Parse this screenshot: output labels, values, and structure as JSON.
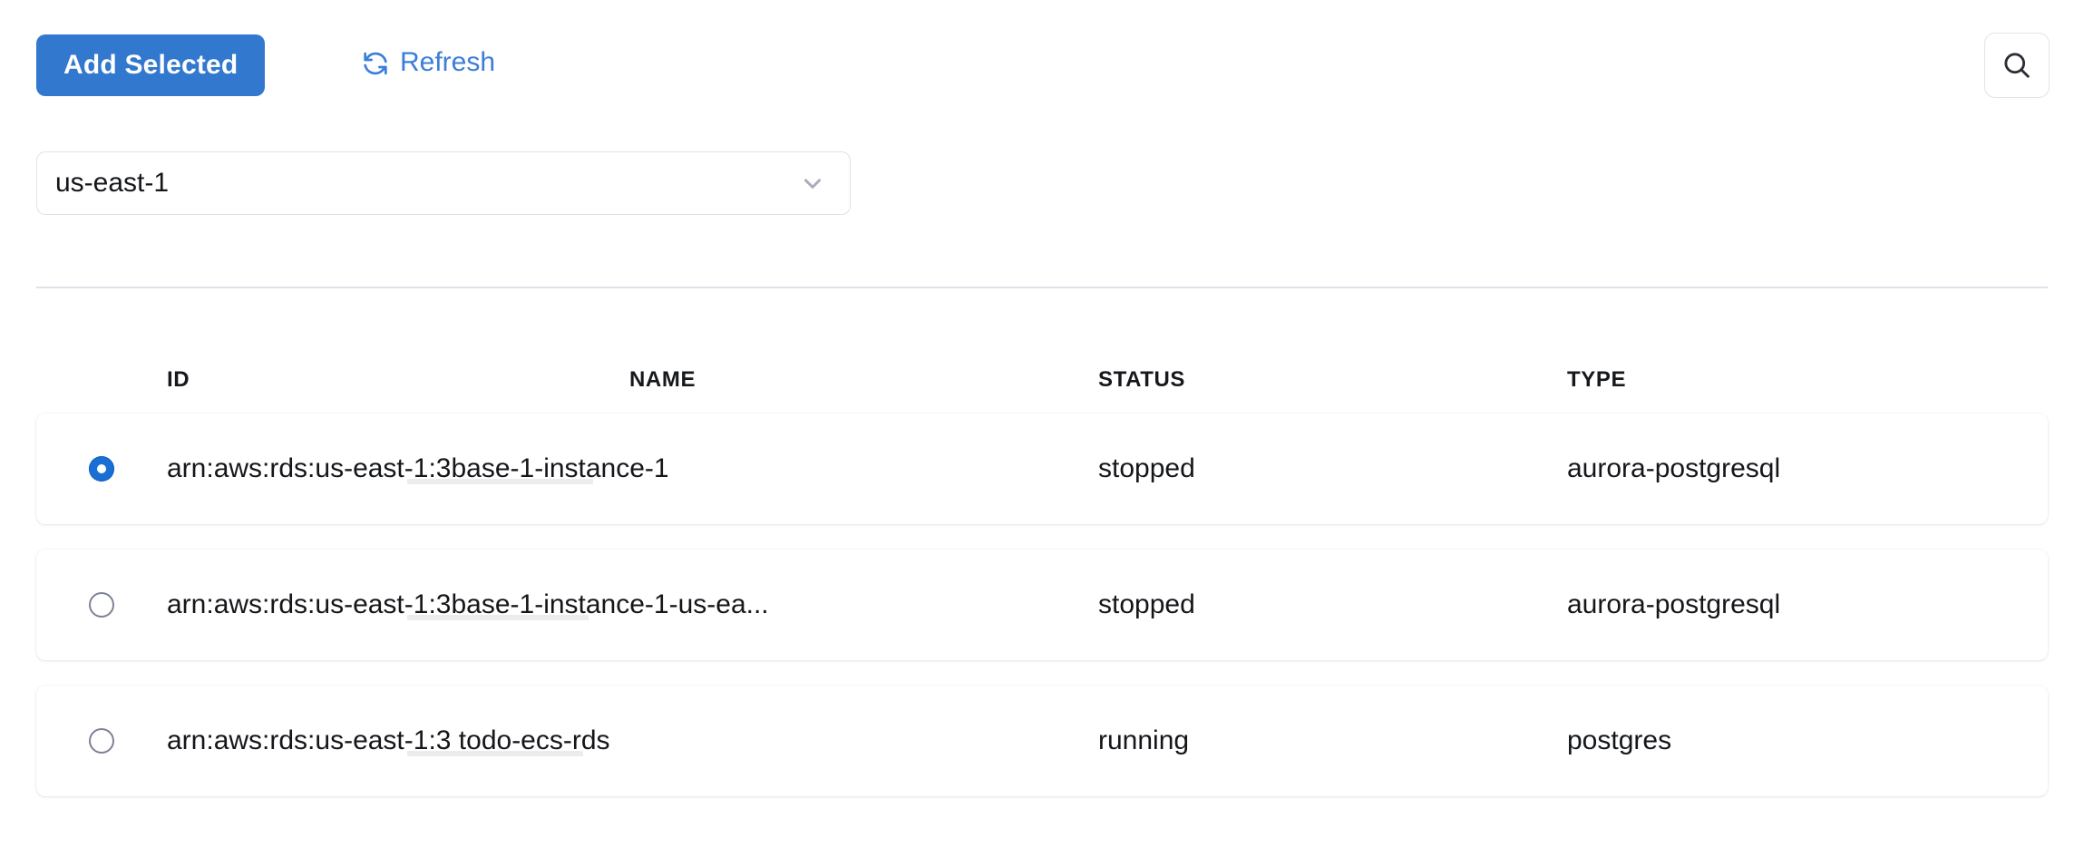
{
  "toolbar": {
    "add_selected_label": "Add Selected",
    "refresh_label": "Refresh",
    "refresh_icon": "refresh-icon",
    "search_icon": "search-icon",
    "accent_color": "#3178ce",
    "link_color": "#3b7dd8"
  },
  "region_selector": {
    "value": "us-east-1",
    "chevron_icon": "chevron-down-icon"
  },
  "table": {
    "headers": {
      "id": "ID",
      "name": "NAME",
      "status": "STATUS",
      "type": "TYPE"
    },
    "rows": [
      {
        "selected": true,
        "id_prefix": "arn:aws:rds:us-east-1:3",
        "id_suffix": "base-1-instance-1",
        "redacted": true,
        "status": "stopped",
        "type": "aurora-postgresql"
      },
      {
        "selected": false,
        "id_prefix": "arn:aws:rds:us-east-1:3",
        "id_suffix": "base-1-instance-1-us-ea...",
        "redacted": true,
        "status": "stopped",
        "type": "aurora-postgresql"
      },
      {
        "selected": false,
        "id_prefix": "arn:aws:rds:us-east-1:3",
        "id_suffix": " todo-ecs-rds",
        "redacted": true,
        "status": "running",
        "type": "postgres"
      }
    ]
  }
}
